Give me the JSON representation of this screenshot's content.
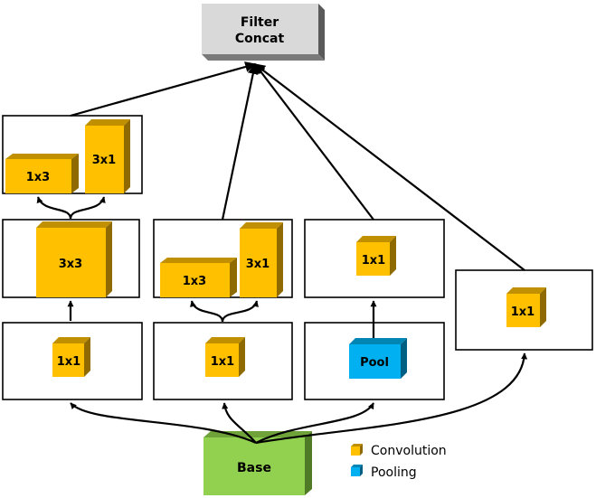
{
  "diagram": {
    "top_node": {
      "line1": "Filter",
      "line2": "Concat"
    },
    "base_node": {
      "label": "Base"
    },
    "blocks": {
      "b1_1x1": "1x1",
      "b1_3x3": "3x3",
      "b1_1x3": "1x3",
      "b1_3x1": "3x1",
      "b2_1x1": "1x1",
      "b2_1x3": "1x3",
      "b2_3x1": "3x1",
      "b3_pool": "Pool",
      "b3_1x1": "1x1",
      "b4_1x1": "1x1"
    },
    "legend": [
      {
        "label": "Convolution",
        "color": "#FFC000"
      },
      {
        "label": "Pooling",
        "color": "#00B0F0"
      }
    ],
    "colors": {
      "convolution": "#FFC000",
      "pooling": "#00B0F0",
      "base": "#92D050",
      "concat": "#D9D9D9"
    }
  }
}
